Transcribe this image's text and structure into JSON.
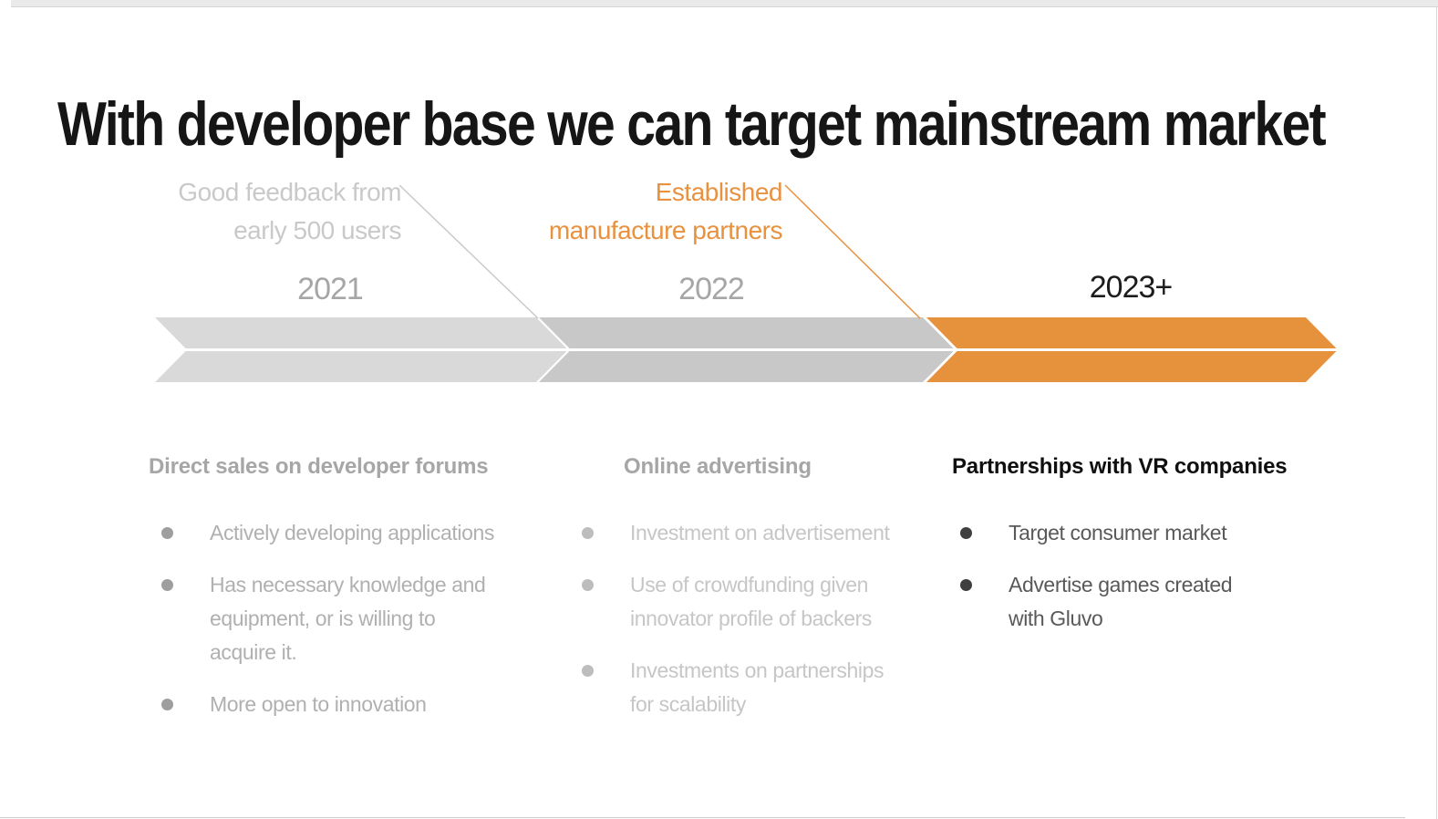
{
  "slide": {
    "title": "With developer base we can target mainstream market"
  },
  "timeline": {
    "phases": [
      {
        "year": "2021",
        "arrow_color": "#d9d9d9",
        "year_color": "#a6a6a6",
        "callout": "Good feedback from\nearly 500 users",
        "callout_color": "#c9c9c9"
      },
      {
        "year": "2022",
        "arrow_color": "#c8c8c8",
        "year_color": "#a6a6a6",
        "callout": "Established\nmanufacture partners",
        "callout_color": "#e8913e"
      },
      {
        "year": "2023+",
        "arrow_color": "#e6913c",
        "year_color": "#1c1c1c"
      }
    ]
  },
  "columns": [
    {
      "heading": "Direct sales on developer forums",
      "heading_color": "#a6a6a6",
      "text_color": "#b0b0b0",
      "bullets": [
        "Actively developing applications",
        "Has necessary knowledge and\nequipment, or is willing to\nacquire it.",
        "More open to innovation"
      ]
    },
    {
      "heading": "Online advertising",
      "heading_color": "#a6a6a6",
      "text_color": "#c6c6c6",
      "bullets": [
        "Investment on advertisement",
        "Use of crowdfunding given\ninnovator profile of backers",
        "Investments on partnerships\nfor scalability"
      ]
    },
    {
      "heading": "Partnerships with VR companies",
      "heading_color": "#0f0f0f",
      "text_color": "#595959",
      "bullets": [
        "Target consumer market",
        "Advertise games created\nwith Gluvo"
      ]
    }
  ]
}
